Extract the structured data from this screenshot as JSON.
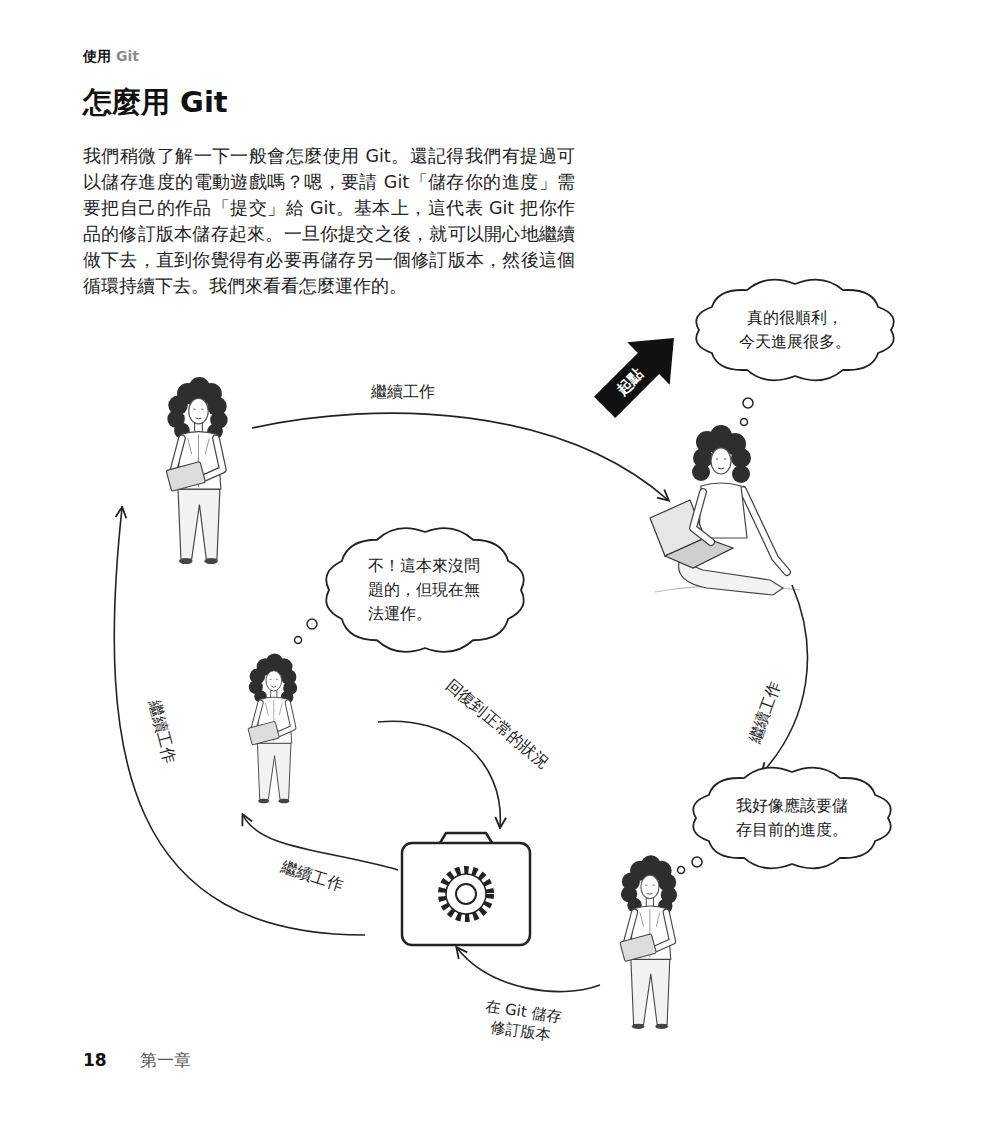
{
  "diagram": {
    "title": "怎麼用 Git",
    "nodes": [
      {
        "text": [
          "真的很順利， 今天進展很多。"
        ]
      },
      {
        "text": [
          "不！這本來沒問 題的，但現在無 法運作。"
        ]
      },
      {
        "text": [
          "我好像應該要儲 存目前的進度。"
        ]
      }
    ],
    "labels": [
      "使用",
      "Git",
      "我們稍微了解一下一般會怎麼使用 Git。還記得我們有提過可以儲存進度的電動遊戲嗎？嗯，要請 Git「儲存你的進度」需要把自己的作品「提交」給 Git。基本上，這代表 Git 把你作品的修訂版本儲存起來。一旦你提交之後，就可以開心地繼續做下去，直到你覺得有必要再儲存另一個修訂版本，然後這個循環持續下去。我們來看看怎麼運作的。",
      "起點",
      "繼續工作",
      "繼續工作",
      "回復到正常的狀況",
      "繼續工作",
      "繼續工作",
      "在 Git 儲存 修訂版本",
      "18",
      "第一章"
    ]
  }
}
